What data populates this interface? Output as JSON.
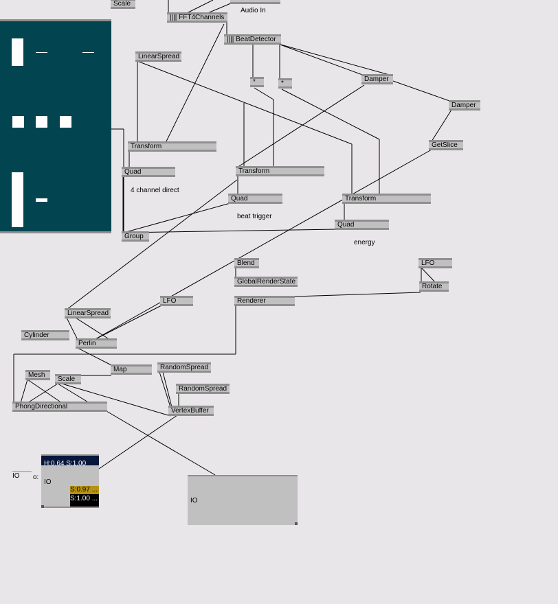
{
  "nodes": {
    "scale_top": "Scale",
    "fft": "|||| FFT4Channels",
    "beat": "|||| BeatDetector",
    "ls1": "LinearSpread",
    "mul1": "*",
    "mul2": "*",
    "damper1": "Damper",
    "damper2": "Damper",
    "getslice": "GetSlice",
    "transform1": "Transform",
    "quad1": "Quad",
    "transform2": "Transform",
    "quad2": "Quad",
    "transform3": "Transform",
    "quad3": "Quad",
    "group": "Group",
    "blend": "Blend",
    "grs": "GlobalRenderState",
    "renderer": "Renderer",
    "lfo1": "LFO",
    "rotate": "Rotate",
    "lfo2": "LFO",
    "ls2": "LinearSpread",
    "cylinder": "Cylinder",
    "perlin": "Perlin",
    "map": "Map",
    "rs1": "RandomSpread",
    "rs2": "RandomSpread",
    "mesh": "Mesh",
    "scale2": "Scale",
    "phong": "PhongDirectional",
    "vb": "VertexBuffer"
  },
  "comments": {
    "audio_in": "Audio In",
    "four_channel": "4 channel direct",
    "beat_trigger": "beat trigger",
    "energy": "energy"
  },
  "io_label": "IO",
  "io_out": "o:",
  "color_io": {
    "title": "IO",
    "row1": "H:0.64  S:1.00",
    "row2": "S:0.97 ...",
    "row3": "S:1.00 ..."
  },
  "io_big": "IO"
}
